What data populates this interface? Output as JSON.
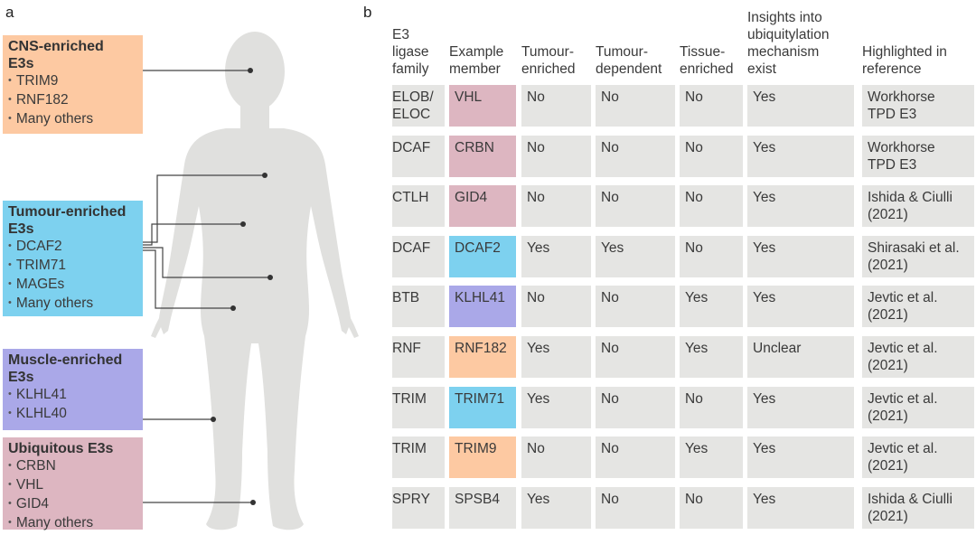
{
  "panel_a_letter": "a",
  "panel_b_letter": "b",
  "colors": {
    "cns": "#fdc9a2",
    "tumour": "#7dd1ef",
    "muscle": "#aaa8e8",
    "ubiquitous": "#ddb6c1",
    "cell_bg": "#e5e5e3",
    "body": "#e0e0de",
    "line": "#444444"
  },
  "categories": [
    {
      "key": "cns",
      "title_lines": [
        "CNS-enriched",
        "E3s"
      ],
      "items": [
        "TRIM9",
        "RNF182",
        "Many others"
      ]
    },
    {
      "key": "tumour",
      "title_lines": [
        "Tumour-enriched",
        "E3s"
      ],
      "items": [
        "DCAF2",
        "TRIM71",
        "MAGEs",
        "Many others"
      ]
    },
    {
      "key": "muscle",
      "title_lines": [
        "Muscle-enriched",
        "E3s"
      ],
      "items": [
        "KLHL41",
        "KLHL40"
      ]
    },
    {
      "key": "ubiquitous",
      "title_lines": [
        "Ubiquitous E3s"
      ],
      "items": [
        "CRBN",
        "VHL",
        "GID4",
        "Many others"
      ]
    }
  ],
  "table": {
    "headers": [
      [
        "E3",
        "ligase",
        "family"
      ],
      [
        "Example",
        "member"
      ],
      [
        "Tumour-",
        "enriched"
      ],
      [
        "Tumour-",
        "dependent"
      ],
      [
        "Tissue-",
        "enriched"
      ],
      [
        "Insights into",
        "ubiquitylation",
        "mechanism",
        "exist"
      ],
      [
        "Highlighted in",
        "reference"
      ]
    ],
    "rows": [
      {
        "family": [
          "ELOB/",
          "ELOC"
        ],
        "member": "VHL",
        "member_color": "ubiquitous",
        "tumour_enriched": "No",
        "tumour_dependent": "No",
        "tissue_enriched": "No",
        "insights": "Yes",
        "reference": [
          "Workhorse",
          "TPD E3"
        ]
      },
      {
        "family": [
          "DCAF"
        ],
        "member": "CRBN",
        "member_color": "ubiquitous",
        "tumour_enriched": "No",
        "tumour_dependent": "No",
        "tissue_enriched": "No",
        "insights": "Yes",
        "reference": [
          "Workhorse",
          "TPD E3"
        ]
      },
      {
        "family": [
          "CTLH"
        ],
        "member": "GID4",
        "member_color": "ubiquitous",
        "tumour_enriched": "No",
        "tumour_dependent": "No",
        "tissue_enriched": "No",
        "insights": "Yes",
        "reference": [
          "Ishida & Ciulli",
          "(2021)"
        ]
      },
      {
        "family": [
          "DCAF"
        ],
        "member": "DCAF2",
        "member_color": "tumour",
        "tumour_enriched": "Yes",
        "tumour_dependent": "Yes",
        "tissue_enriched": "No",
        "insights": "Yes",
        "reference": [
          "Shirasaki et al.",
          "(2021)"
        ]
      },
      {
        "family": [
          "BTB"
        ],
        "member": "KLHL41",
        "member_color": "muscle",
        "tumour_enriched": "No",
        "tumour_dependent": "No",
        "tissue_enriched": "Yes",
        "insights": "Yes",
        "reference": [
          "Jevtic et al.",
          "(2021)"
        ]
      },
      {
        "family": [
          "RNF"
        ],
        "member": "RNF182",
        "member_color": "cns",
        "tumour_enriched": "Yes",
        "tumour_dependent": "No",
        "tissue_enriched": "Yes",
        "insights": "Unclear",
        "reference": [
          "Jevtic et al.",
          "(2021)"
        ]
      },
      {
        "family": [
          "TRIM"
        ],
        "member": "TRIM71",
        "member_color": "tumour",
        "tumour_enriched": "Yes",
        "tumour_dependent": "No",
        "tissue_enriched": "No",
        "insights": "Yes",
        "reference": [
          "Jevtic et al.",
          "(2021)"
        ]
      },
      {
        "family": [
          "TRIM"
        ],
        "member": "TRIM9",
        "member_color": "cns",
        "tumour_enriched": "No",
        "tumour_dependent": "No",
        "tissue_enriched": "Yes",
        "insights": "Yes",
        "reference": [
          "Jevtic et al.",
          "(2021)"
        ]
      },
      {
        "family": [
          "SPRY"
        ],
        "member": "SPSB4",
        "member_color": "cell_bg",
        "tumour_enriched": "Yes",
        "tumour_dependent": "No",
        "tissue_enriched": "No",
        "insights": "Yes",
        "reference": [
          "Ishida & Ciulli",
          "(2021)"
        ]
      }
    ]
  }
}
